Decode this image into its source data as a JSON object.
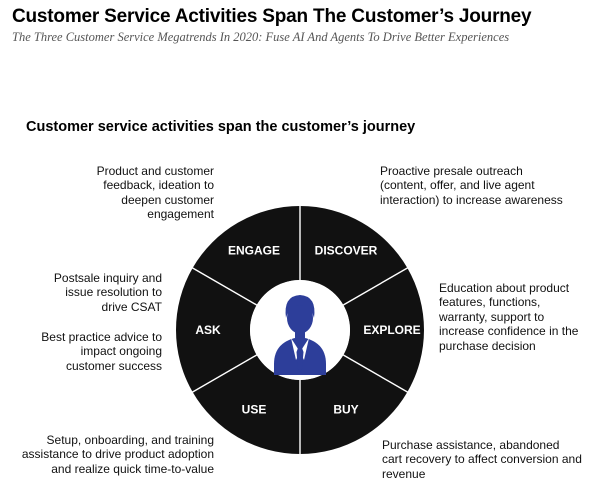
{
  "header": {
    "title": "Customer Service Activities Span The Customer’s Journey",
    "subtitle": "The Three Customer Service Megatrends In 2020: Fuse AI And Agents To Drive Better Experiences"
  },
  "diagram": {
    "heading": "Customer service activities span the customer’s journey",
    "colors": {
      "segment_fill": "#111111",
      "divider": "#ffffff",
      "center_fill": "#ffffff",
      "icon_color": "#2d3e9a"
    },
    "center_icon": "businessman-icon",
    "segments": [
      {
        "label": "ENGAGE",
        "description": "Product and customer feedback, ideation to deepen customer engagement"
      },
      {
        "label": "DISCOVER",
        "description": "Proactive presale outreach (content, offer, and live agent interaction) to increase awareness"
      },
      {
        "label": "EXPLORE",
        "description": "Education about product features, functions, warranty, support to increase confidence in the purchase decision"
      },
      {
        "label": "BUY",
        "description": "Purchase assistance, abandoned cart recovery to affect conversion and revenue"
      },
      {
        "label": "USE",
        "description": "Setup, onboarding, and training assistance to drive product adoption and realize quick time-to-value"
      },
      {
        "label": "ASK",
        "description": "Postsale inquiry and issue resolution to drive CSAT",
        "description_2": "Best practice advice to impact ongoing customer success"
      }
    ]
  }
}
